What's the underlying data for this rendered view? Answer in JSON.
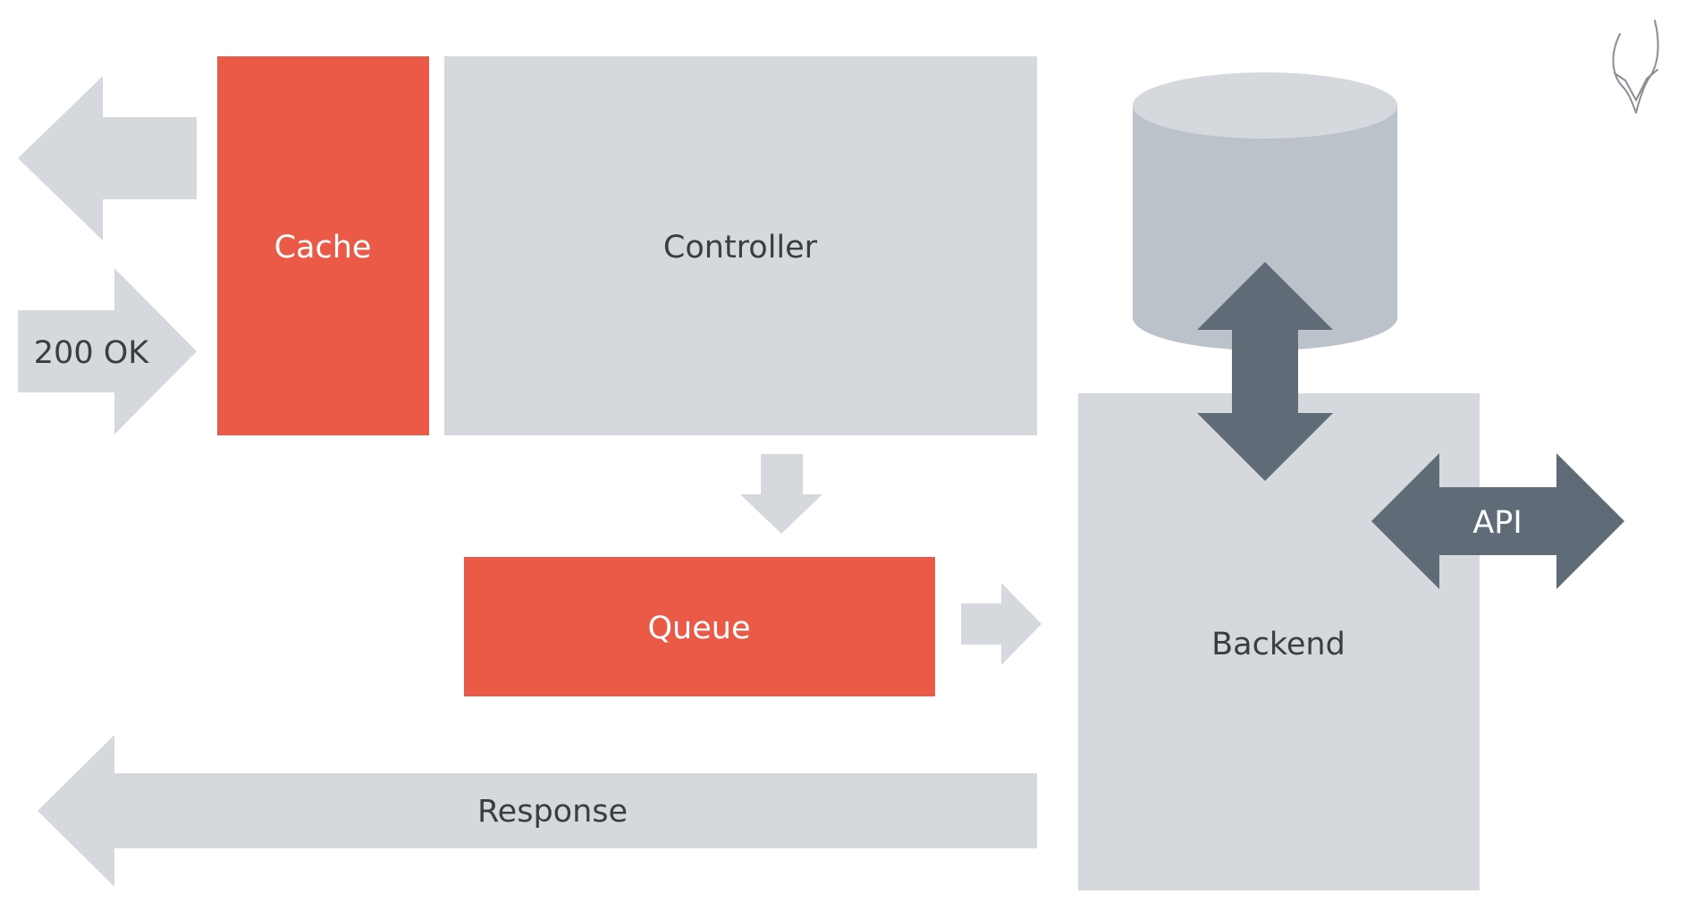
{
  "colors": {
    "background": "#ffffff",
    "panel": "#d5d8dd",
    "accent": "#eb5a46",
    "dark_arrow": "#5f6b77",
    "db_body": "#bcc2ca",
    "db_top": "#d5d8dd",
    "text_dark": "#3a3d42",
    "text_light": "#ffffff"
  },
  "labels": {
    "status": "200 OK",
    "cache": "Cache",
    "controller": "Controller",
    "queue": "Queue",
    "backend": "Backend",
    "api": "API",
    "response": "Response"
  },
  "icons": {
    "logo": "antelope-horns-logo",
    "database": "database-cylinder-icon"
  }
}
